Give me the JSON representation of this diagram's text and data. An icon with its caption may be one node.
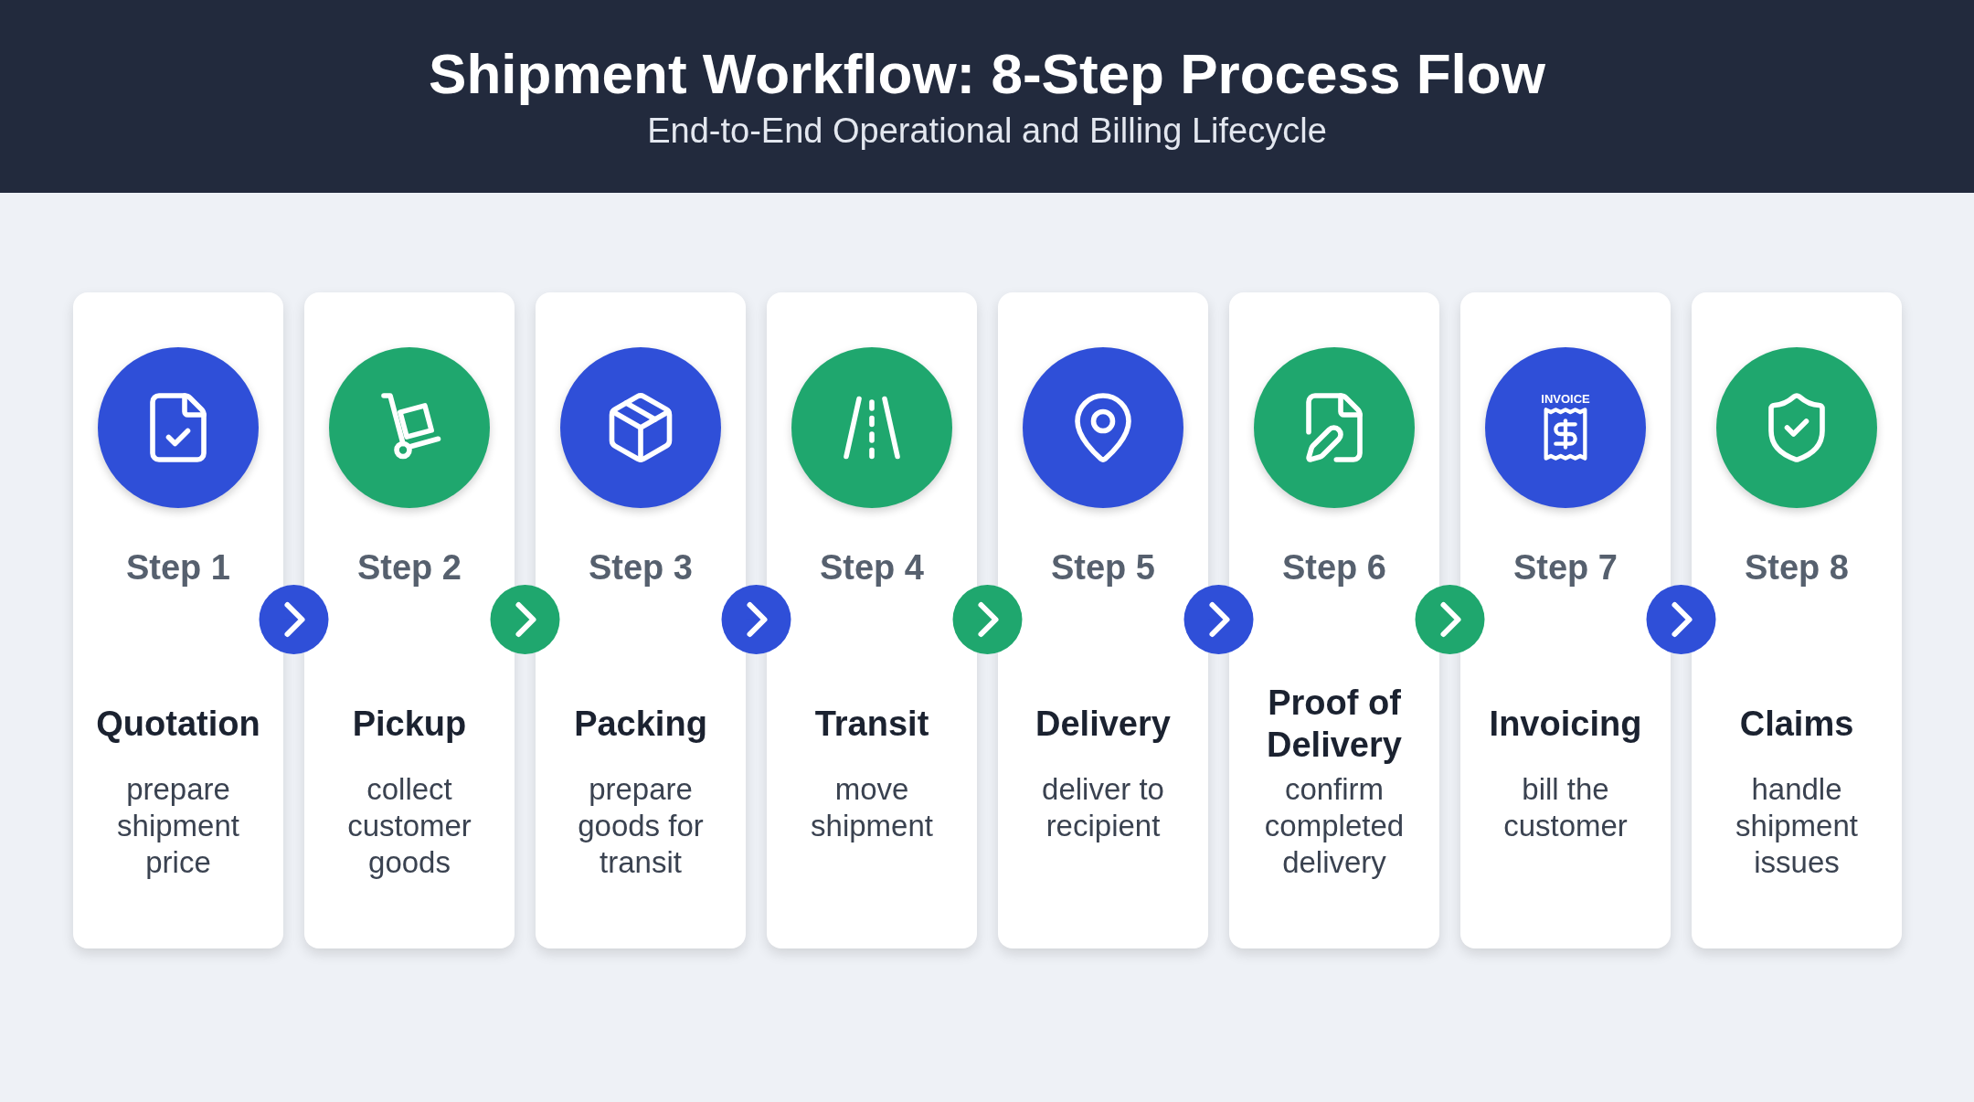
{
  "diagram": {
    "title": "Shipment Workflow: 8-Step Process Flow",
    "caption": "End-to-End Operational and Billing Lifecycle",
    "nodes": [
      {
        "text": [
          "Step 1",
          "Quotation",
          "prepare shipment price"
        ]
      },
      {
        "text": [
          "Step 2",
          "Pickup",
          "collect customer goods"
        ]
      },
      {
        "text": [
          "Step 3",
          "Packing",
          "prepare goods for transit"
        ]
      },
      {
        "text": [
          "Step 4",
          "Transit",
          "move shipment"
        ]
      },
      {
        "text": [
          "Step 5",
          "Delivery",
          "deliver to recipient"
        ]
      },
      {
        "text": [
          "Step 6",
          "Proof of Delivery",
          "confirm completed delivery"
        ]
      },
      {
        "text": [
          "Step 7",
          "Invoicing",
          "bill the customer"
        ]
      },
      {
        "text": [
          "Step 8",
          "Claims",
          "handle shipment issues"
        ]
      }
    ],
    "edges": [
      {
        "from": 0,
        "to": 1,
        "arrow": "to"
      },
      {
        "from": 1,
        "to": 2,
        "arrow": "to",
        "color": "#1fa76e"
      },
      {
        "from": 2,
        "to": 3,
        "arrow": "to"
      },
      {
        "from": 3,
        "to": 4,
        "arrow": "to",
        "color": "#1fa76e"
      },
      {
        "from": 4,
        "to": 5,
        "arrow": "to"
      },
      {
        "from": 5,
        "to": 6,
        "arrow": "to",
        "color": "#1fa76e"
      },
      {
        "from": 6,
        "to": 7,
        "arrow": "to"
      }
    ],
    "labels": [
      "INVOICE"
    ]
  }
}
